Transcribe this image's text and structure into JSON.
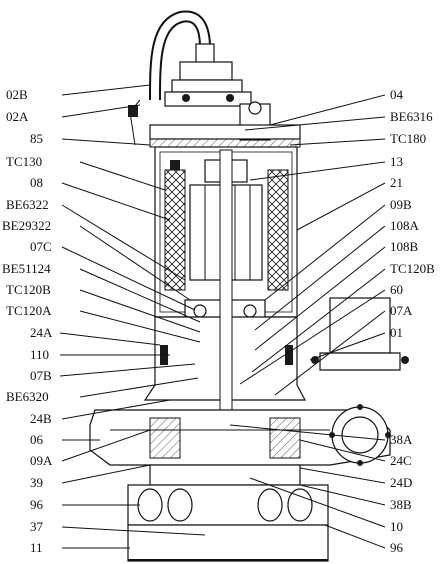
{
  "labels_left": [
    "02B",
    "02A",
    "85",
    "TC130",
    "08",
    "BE6322",
    "BE29322",
    "07C",
    "BE51124",
    "TC120B",
    "TC120A",
    "24A",
    "110",
    "07B",
    "BE6320",
    "24B",
    "06",
    "09A",
    "39",
    "96",
    "37",
    "11"
  ],
  "labels_right": [
    "04",
    "BE6316",
    "TC180",
    "13",
    "21",
    "09B",
    "108A",
    "108B",
    "TC120B",
    "60",
    "07A",
    "01",
    "38A",
    "24C",
    "24D",
    "38B",
    "10",
    "96"
  ]
}
